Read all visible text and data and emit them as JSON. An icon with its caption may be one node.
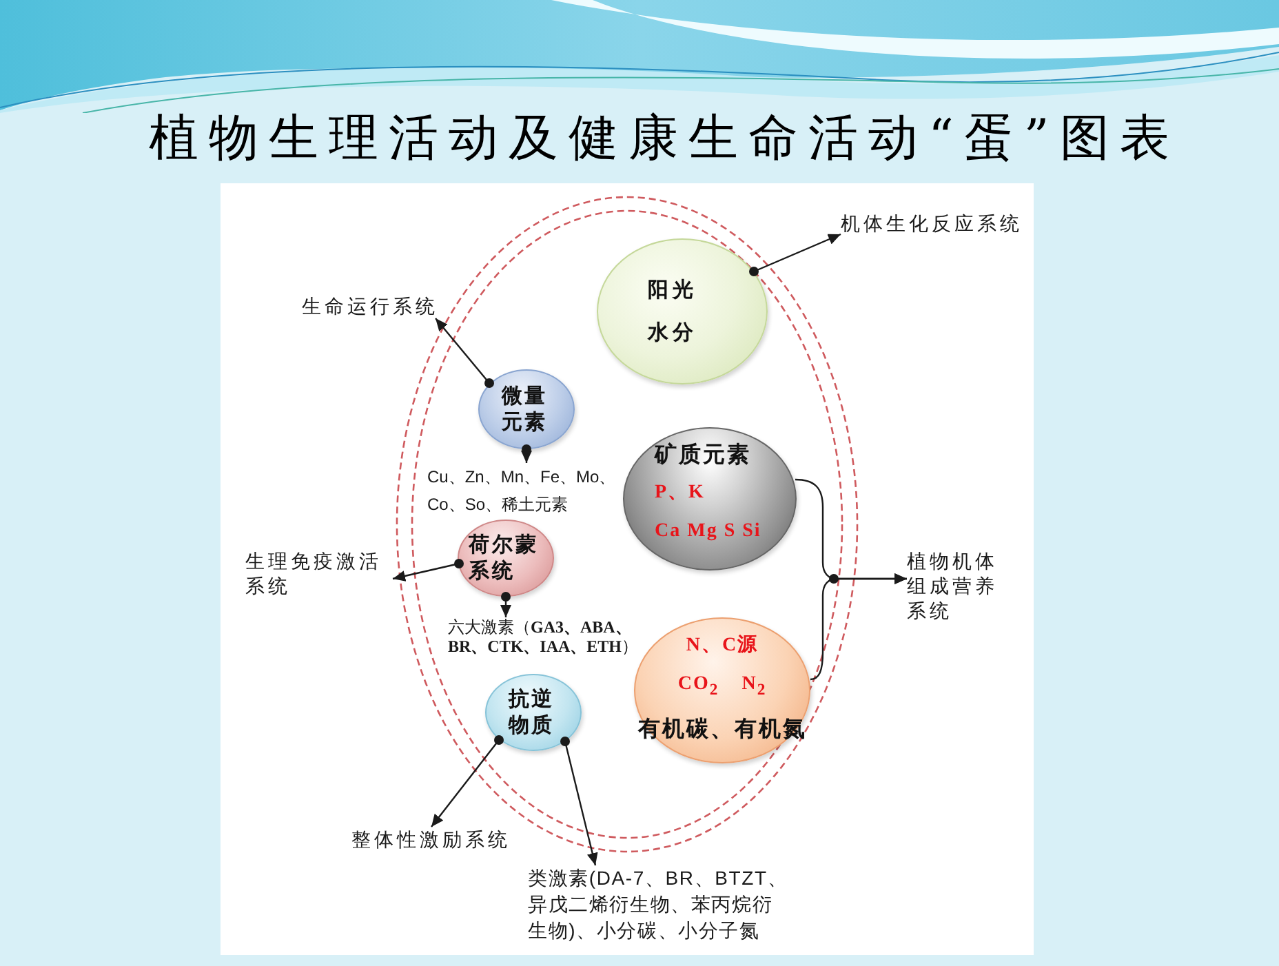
{
  "diagram": {
    "title": "植物生理活动及健康生命活动“蛋”图表",
    "nodes": [
      {
        "text": [],
        "shape": "ellipse"
      },
      {
        "text": [
          "机体生化反应系统"
        ]
      },
      {
        "text": [
          "阳光",
          "水分"
        ],
        "in": 0
      },
      {
        "text": [
          "生命运行系统"
        ]
      },
      {
        "text": [
          "微量元素"
        ],
        "in": 0
      },
      {
        "text": [
          "矿质元素",
          "P、K",
          "Ca Mg S Si"
        ],
        "in": 0
      },
      {
        "text": [
          "Cu、Zn、Mn、Fe、Mo、Co、So、稀土元素"
        ],
        "in": 0
      },
      {
        "text": [
          "荷尔蒙系统"
        ],
        "in": 0
      },
      {
        "text": [
          "生理免疫激活系统"
        ]
      },
      {
        "text": [
          "植物机体组成营养系统"
        ]
      },
      {
        "text": [
          "六大激素（**GA3、ABA、BR、CTK、IAA、ETH**）"
        ],
        "in": 0
      },
      {
        "text": [
          "N、C源",
          "CO$_{2}$ N$_{2}$",
          "有机碳、有机氮"
        ],
        "in": 0
      },
      {
        "text": [
          "抗逆物质"
        ],
        "in": 0
      },
      {
        "text": [
          "整体性激励系统"
        ]
      },
      {
        "text": [
          "类激素(DA-7、BR、BTZT、异戊二烯衍生物、苯丙烷衍生物)、小分碳、小分子氮"
        ]
      }
    ],
    "edges": [
      {
        "from": 2,
        "to": 1,
        "arrow": "to"
      },
      {
        "from": 4,
        "to": 3,
        "arrow": "to"
      },
      {
        "from": 4,
        "to": 6,
        "arrow": "to"
      },
      {
        "from": 7,
        "to": 8,
        "arrow": "to"
      },
      {
        "from": 7,
        "to": 10,
        "arrow": "to"
      },
      {
        "from": 5,
        "to": 9,
        "arrow": "to"
      },
      {
        "from": 11,
        "to": 9,
        "arrow": "to"
      },
      {
        "from": 12,
        "to": 13,
        "arrow": "to"
      },
      {
        "from": 12,
        "to": 14,
        "arrow": "to"
      }
    ]
  }
}
